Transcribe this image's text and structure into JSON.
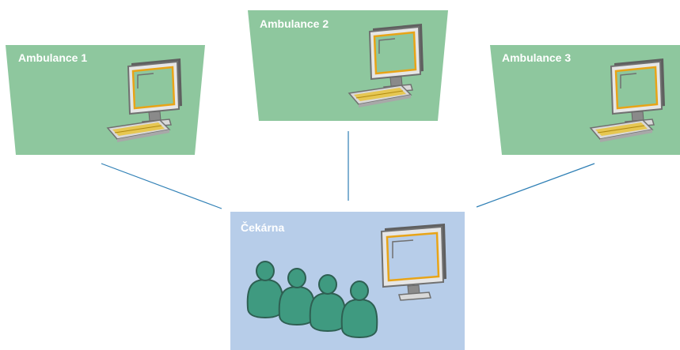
{
  "rooms": [
    {
      "id": "ambulance-1",
      "label": "Ambulance 1"
    },
    {
      "id": "ambulance-2",
      "label": "Ambulance 2"
    },
    {
      "id": "ambulance-3",
      "label": "Ambulance 3"
    }
  ],
  "waiting_room": {
    "label": "Čekárna",
    "people_count": 4
  },
  "colors": {
    "room_fill": "#8ec79e",
    "waiting_fill": "#b7cde9",
    "connector": "#2e7fb5",
    "monitor_frame": "#7a7a7a",
    "screen_border": "#e8a417",
    "keyboard_keys": "#e8c33a",
    "person_fill": "#3f9a80",
    "person_stroke": "#2e5f52"
  },
  "icons": [
    "computer-icon",
    "monitor-icon",
    "person-icon"
  ]
}
